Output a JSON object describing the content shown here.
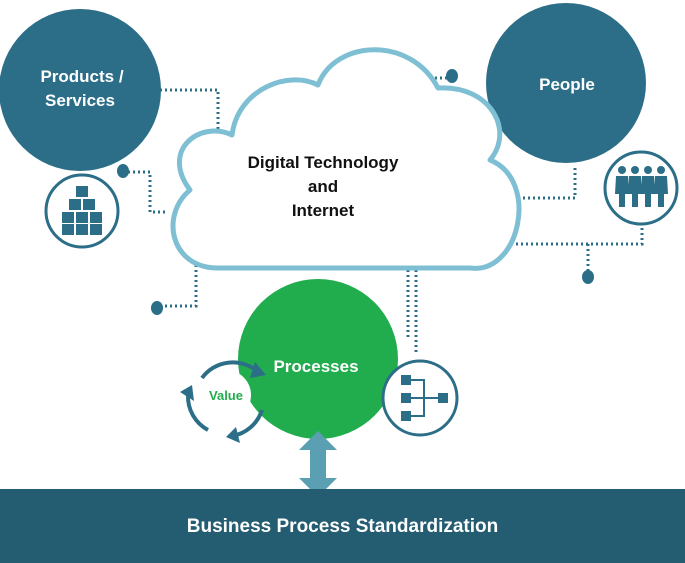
{
  "nodes": {
    "products": {
      "label_line1": "Products /",
      "label_line2": "Services"
    },
    "people": {
      "label": "People"
    },
    "cloud": {
      "line1": "Digital Technology",
      "line2": "and",
      "line3": "Internet"
    },
    "processes": {
      "label": "Processes"
    },
    "value": {
      "label": "Value"
    }
  },
  "footer": {
    "label": "Business Process Standardization"
  },
  "icons": [
    "boxes-icon",
    "people-group-icon",
    "flowchart-icon",
    "cycle-arrows-icon",
    "double-arrow-icon"
  ],
  "colors": {
    "dark_teal": "#2c6e88",
    "light_cloud_stroke": "#7fbfd3",
    "green": "#21ad4e",
    "bar": "#245c72",
    "arrow": "#5a9fb2",
    "dots": "#2c6e88"
  }
}
